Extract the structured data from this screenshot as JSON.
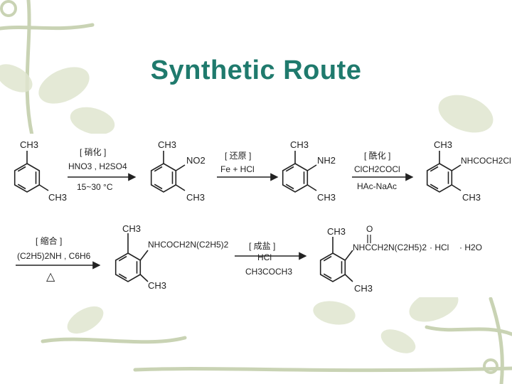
{
  "slide": {
    "title": "Synthetic Route",
    "colors": {
      "title": "#1f7a6d",
      "ink": "#222222",
      "decor": "#c9d3b4"
    }
  },
  "scheme": {
    "compounds": {
      "c1": {
        "top": "CH3",
        "right": "CH3"
      },
      "c2": {
        "top": "CH3",
        "side": "NO2",
        "bottom": "CH3"
      },
      "c3": {
        "top": "CH3",
        "side": "NH2",
        "bottom": "CH3"
      },
      "c4": {
        "top": "CH3",
        "side": "NHCOCH2Cl",
        "bottom": "CH3"
      },
      "c5": {
        "top": "CH3",
        "side": "NHCOCH2N(C2H5)2",
        "bottom": "CH3"
      },
      "c6": {
        "top": "CH3",
        "carbonyl": "O",
        "side": "NHCCH2N(C2H5)2",
        "salt": "· HCl",
        "water": "· H2O",
        "bottom": "CH3"
      }
    },
    "arrows": {
      "a1": {
        "above_tag": "[ 硝化 ]",
        "above": "HNO3 , H2SO4",
        "below": "15~30 °C"
      },
      "a2": {
        "above_tag": "[ 还原 ]",
        "above": "Fe + HCl",
        "below": ""
      },
      "a3": {
        "above_tag": "[ 酰化 ]",
        "above": "ClCH2COCl",
        "below": "HAc-NaAc"
      },
      "a4": {
        "above_tag": "[ 缩合 ]",
        "above": "(C2H5)2NH , C6H6",
        "below": "△"
      },
      "a5": {
        "above_tag": "[ 成盐 ]",
        "above": "HCl",
        "below": "CH3COCH3"
      }
    }
  }
}
